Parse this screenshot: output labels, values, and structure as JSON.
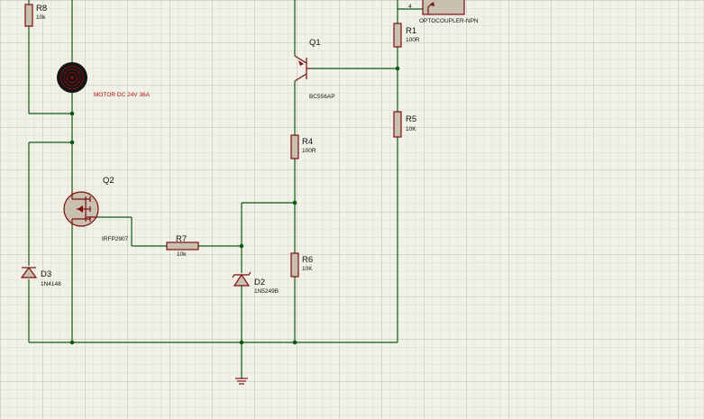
{
  "components": {
    "r8": {
      "ref": "R8",
      "value": "10k"
    },
    "motor": {
      "label": "MOTOR DC 24V 36A"
    },
    "q1": {
      "ref": "Q1",
      "value": "BC556AP"
    },
    "q2": {
      "ref": "Q2",
      "value": "IRFP2907"
    },
    "r1": {
      "ref": "R1",
      "value": "100R"
    },
    "r5": {
      "ref": "R5",
      "value": "10K"
    },
    "r4": {
      "ref": "R4",
      "value": "100R"
    },
    "r6": {
      "ref": "R6",
      "value": "10K"
    },
    "r7": {
      "ref": "R7",
      "value": "10k"
    },
    "d2": {
      "ref": "D2",
      "value": "1N5249B"
    },
    "d3": {
      "ref": "D3",
      "value": "1N4148"
    },
    "opto": {
      "value": "OPTOCOUPLER-NPN",
      "pin": "4"
    }
  },
  "colors": {
    "background": "#f2f1e8",
    "grid_minor": "#d4d3c8",
    "grid_major": "#bcbbb0",
    "wire": "#0f5a12",
    "component": "#7a1010",
    "component_fill": "#c9c0b0",
    "motor_label": "#b01010"
  }
}
